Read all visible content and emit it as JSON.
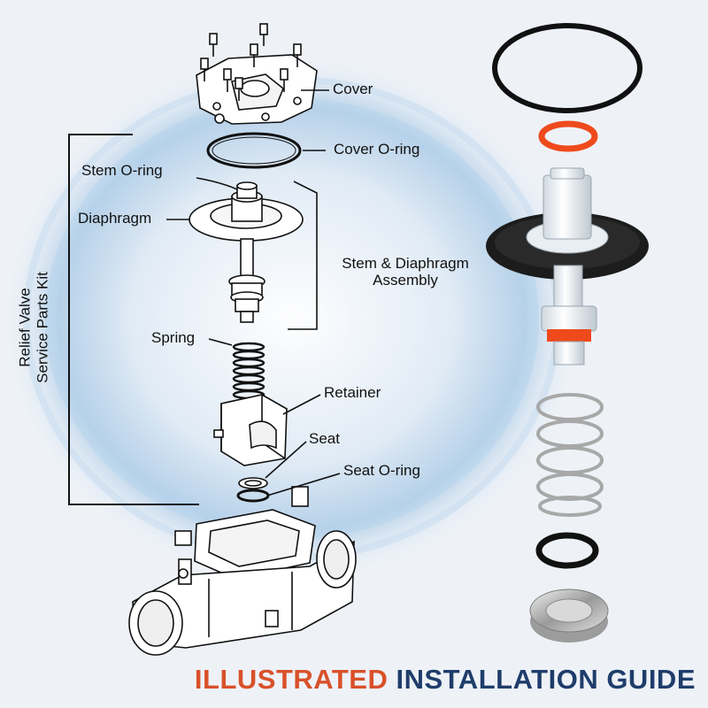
{
  "labels": {
    "cover": "Cover",
    "cover_oring": "Cover O-ring",
    "stem_oring": "Stem O-ring",
    "diaphragm": "Diaphragm",
    "stem_assembly_line1": "Stem & Diaphragm",
    "stem_assembly_line2": "Assembly",
    "spring": "Spring",
    "retainer": "Retainer",
    "seat": "Seat",
    "seat_oring": "Seat O-ring",
    "kit_line1": "Relief Valve",
    "kit_line2": "Service Parts Kit"
  },
  "footer": {
    "word1": "ILLUSTRATED",
    "word2": "INSTALLATION GUIDE"
  },
  "colors": {
    "accent_orange": "#d9512a",
    "accent_navy": "#1f3d6b",
    "oring_red": "#ee4a1c",
    "water_blue": "#9fc3e3"
  }
}
